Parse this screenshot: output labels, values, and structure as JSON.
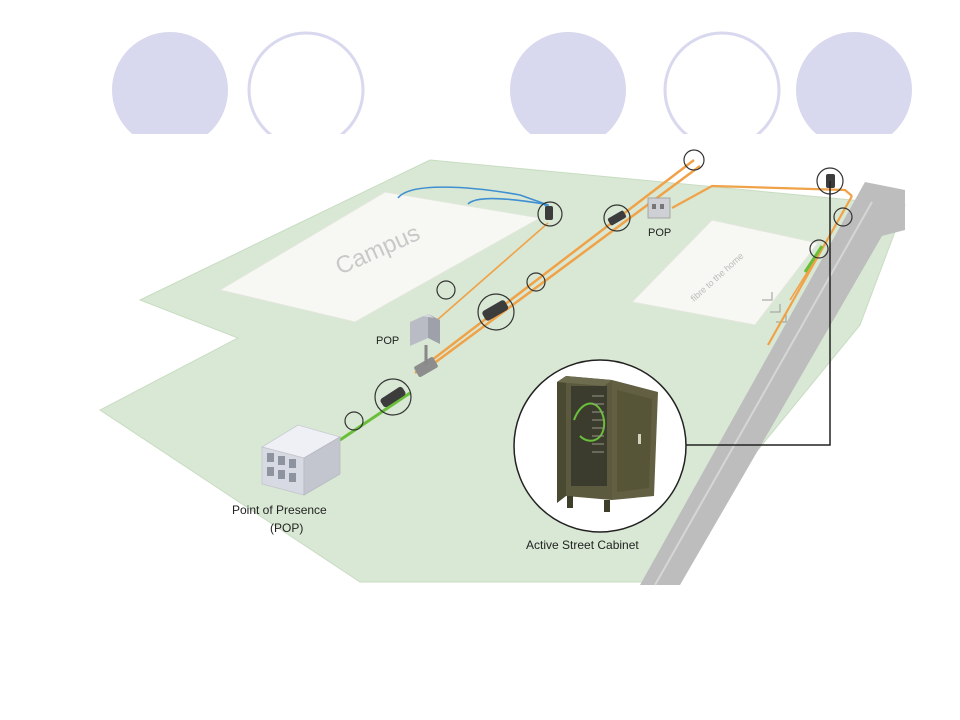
{
  "labels": {
    "campus": "Campus",
    "pop_upper": "POP",
    "pop_middle": "POP",
    "point_of_presence": "Point of Presence",
    "point_of_presence_abbr": "(POP)",
    "cabinet": "Active Street Cabinet",
    "block_right": "fibre to the home"
  },
  "colors": {
    "circle_fill": "#d8d8ef",
    "circle_stroke": "#d8d8ef",
    "ground": "#d9e8d4",
    "ground_edge": "#c8dcc2",
    "lot": "#f7f8f4",
    "road": "#bdbdbd",
    "fiber_orange": "#f0a248",
    "fiber_green": "#6abf3a",
    "fiber_blue": "#3f8fd2",
    "cabinet_body": "#5b5a3e",
    "leader": "#222222",
    "text": "#222222"
  }
}
